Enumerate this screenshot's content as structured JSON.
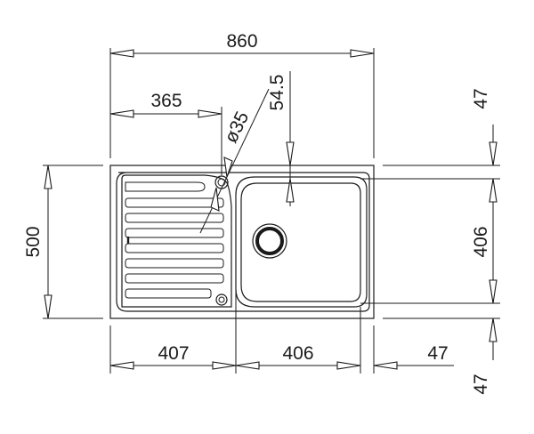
{
  "dimensions": {
    "overall_width": "860",
    "tap_hole_offset": "365",
    "tap_hole_diameter": "ø35",
    "bowl_offset": "54.5",
    "top_margin": "47",
    "bowl_height": "406",
    "overall_height": "500",
    "bottom_margin": "47",
    "drainer_width": "407",
    "bowl_width": "406",
    "right_margin": "47"
  }
}
